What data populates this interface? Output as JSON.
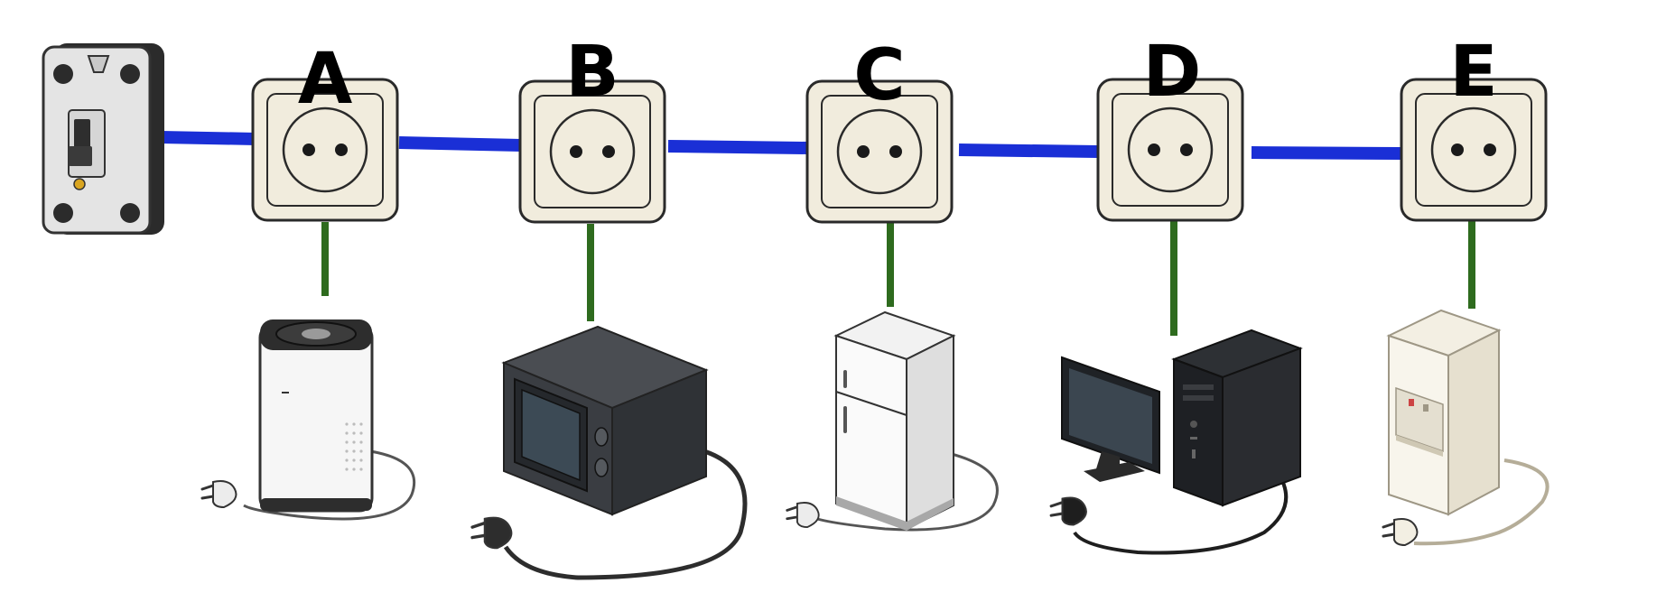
{
  "colors": {
    "bus_wire": "#1a2fd6",
    "drop_wire": "#2e6b1e",
    "outlet_face": "#f1ecdd",
    "outlet_stroke": "#2a2a2a"
  },
  "breaker": {
    "icon": "circuit-breaker-icon"
  },
  "outlets": [
    {
      "label": "A",
      "appliance": "air-purifier-icon"
    },
    {
      "label": "B",
      "appliance": "microwave-oven-icon"
    },
    {
      "label": "C",
      "appliance": "refrigerator-icon"
    },
    {
      "label": "D",
      "appliance": "desktop-computer-icon"
    },
    {
      "label": "E",
      "appliance": "water-dispenser-icon"
    }
  ]
}
